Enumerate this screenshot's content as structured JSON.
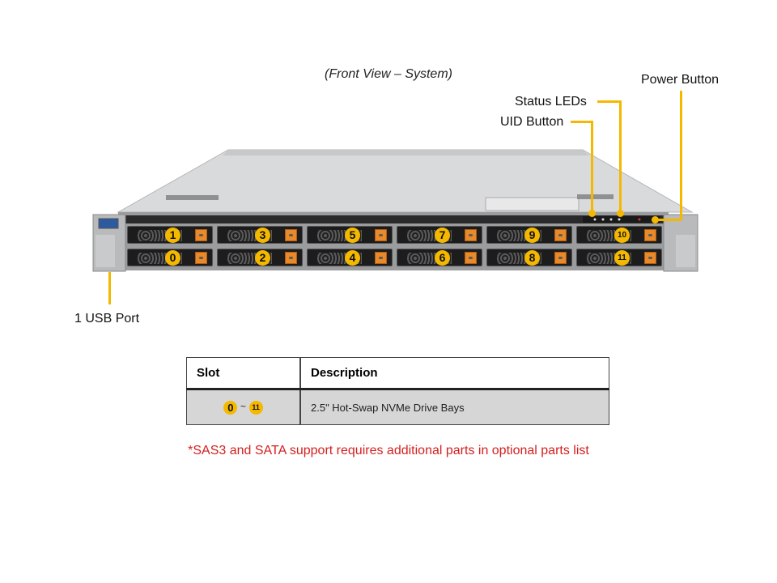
{
  "caption": "(Front View – System)",
  "callouts": {
    "power_button": "Power Button",
    "status_leds": "Status LEDs",
    "uid_button": "UID Button",
    "usb_port": "1 USB Port"
  },
  "drive_bays": {
    "top_row": [
      "1",
      "3",
      "5",
      "7",
      "9",
      "10"
    ],
    "bottom_row": [
      "0",
      "2",
      "4",
      "6",
      "8",
      "11"
    ]
  },
  "table": {
    "headers": [
      "Slot",
      "Description"
    ],
    "rows": [
      {
        "slot_from": "0",
        "slot_sep": "~",
        "slot_to": "11",
        "description": "2.5\" Hot-Swap NVMe Drive Bays"
      }
    ]
  },
  "note": "*SAS3  and SATA  support requires additional parts in optional parts list",
  "colors": {
    "callout_accent": "#f5b800",
    "note_red": "#d42020",
    "latch_orange": "#e88a2a"
  }
}
